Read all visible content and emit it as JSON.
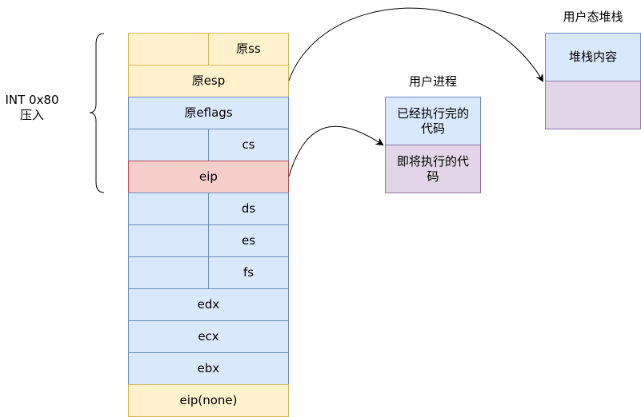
{
  "kernel_stack": {
    "orig_ss": "原ss",
    "orig_esp": "原esp",
    "orig_eflags": "原eflags",
    "cs": "cs",
    "eip": "eip",
    "ds": "ds",
    "es": "es",
    "fs": "fs",
    "edx": "edx",
    "ecx": "ecx",
    "ebx": "ebx",
    "eip_none": "eip(none)"
  },
  "int_label": {
    "line1": "INT 0x80",
    "line2": "压入"
  },
  "user_process": {
    "title": "用户进程",
    "executed_line1": "已经执行完的",
    "executed_line2": "代码",
    "pending_line1": "即将执行的代",
    "pending_line2": "码"
  },
  "user_stack": {
    "title": "用户态堆栈",
    "content": "堆栈内容"
  },
  "colors": {
    "yellow": "#fff2cc",
    "blue": "#dae8fc",
    "red": "#f8cecc",
    "purple": "#e1d5e7"
  }
}
